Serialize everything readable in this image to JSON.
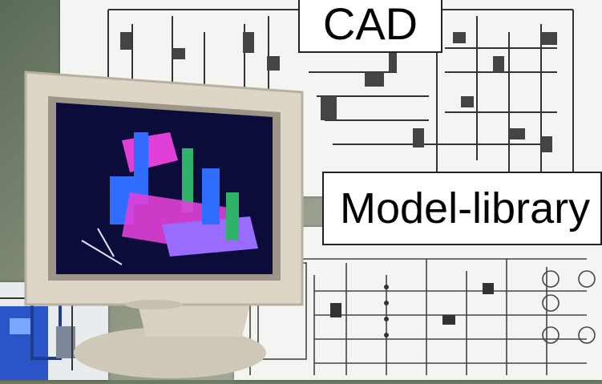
{
  "labels": {
    "cad": "CAD",
    "model_library": "Model-library"
  },
  "colors": {
    "monitor_bezel": "#d9d2c3",
    "screen_bg": "#0c0c3a",
    "model_blue": "#2f6cff",
    "model_magenta": "#e040d8",
    "model_green": "#2fb36a",
    "schematic_line": "#333333"
  },
  "icons": [
    "schematic-diagram",
    "crt-monitor",
    "3d-cad-model"
  ]
}
